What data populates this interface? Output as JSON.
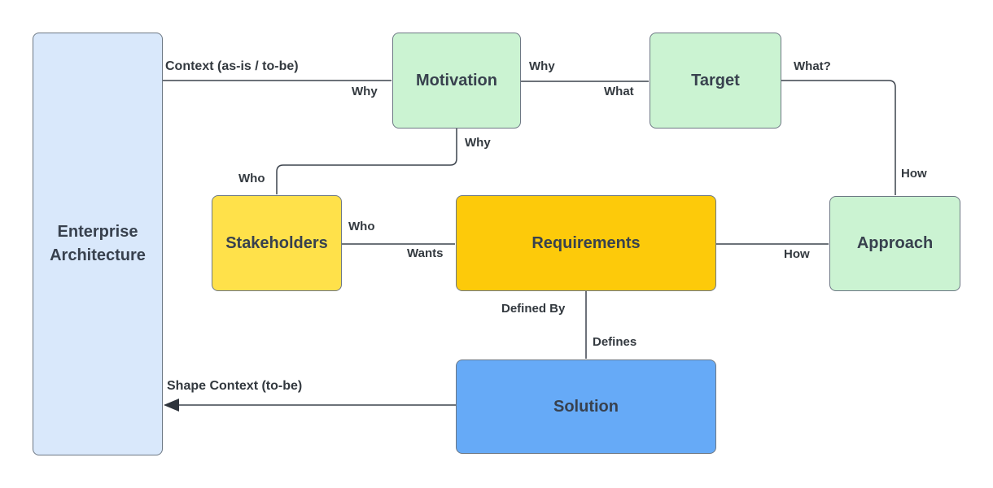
{
  "nodes": {
    "enterprise_architecture": {
      "label": "Enterprise Architecture",
      "fill": "#d9e8fb"
    },
    "motivation": {
      "label": "Motivation",
      "fill": "#cbf3d2"
    },
    "target": {
      "label": "Target",
      "fill": "#cbf3d2"
    },
    "stakeholders": {
      "label": "Stakeholders",
      "fill": "#ffe14a"
    },
    "requirements": {
      "label": "Requirements",
      "fill": "#fdca0a"
    },
    "approach": {
      "label": "Approach",
      "fill": "#cbf3d2"
    },
    "solution": {
      "label": "Solution",
      "fill": "#66aaf7"
    }
  },
  "edge_labels": {
    "context_as_is_to_be": "Context (as-is / to-be)",
    "why_ea_to_motivation": "Why",
    "why_motivation_to_target": "Why",
    "what_motivation_to_target": "What",
    "what_target_to_approach": "What?",
    "how_target_to_approach": "How",
    "why_motivation_to_stakeholders": "Why",
    "who_motivation_to_stakeholders": "Who",
    "who_stakeholders_to_requirements": "Who",
    "wants_stakeholders_to_requirements": "Wants",
    "how_requirements_to_approach": "How",
    "defined_by": "Defined By",
    "defines": "Defines",
    "shape_context_to_be": "Shape Context (to-be)"
  },
  "colors": {
    "connector": "#3c434d",
    "arrowhead": "#2f353d",
    "node_border": "#6d7884",
    "node_text": "#38414e",
    "label_text": "#33393f",
    "background": "#ffffff"
  }
}
